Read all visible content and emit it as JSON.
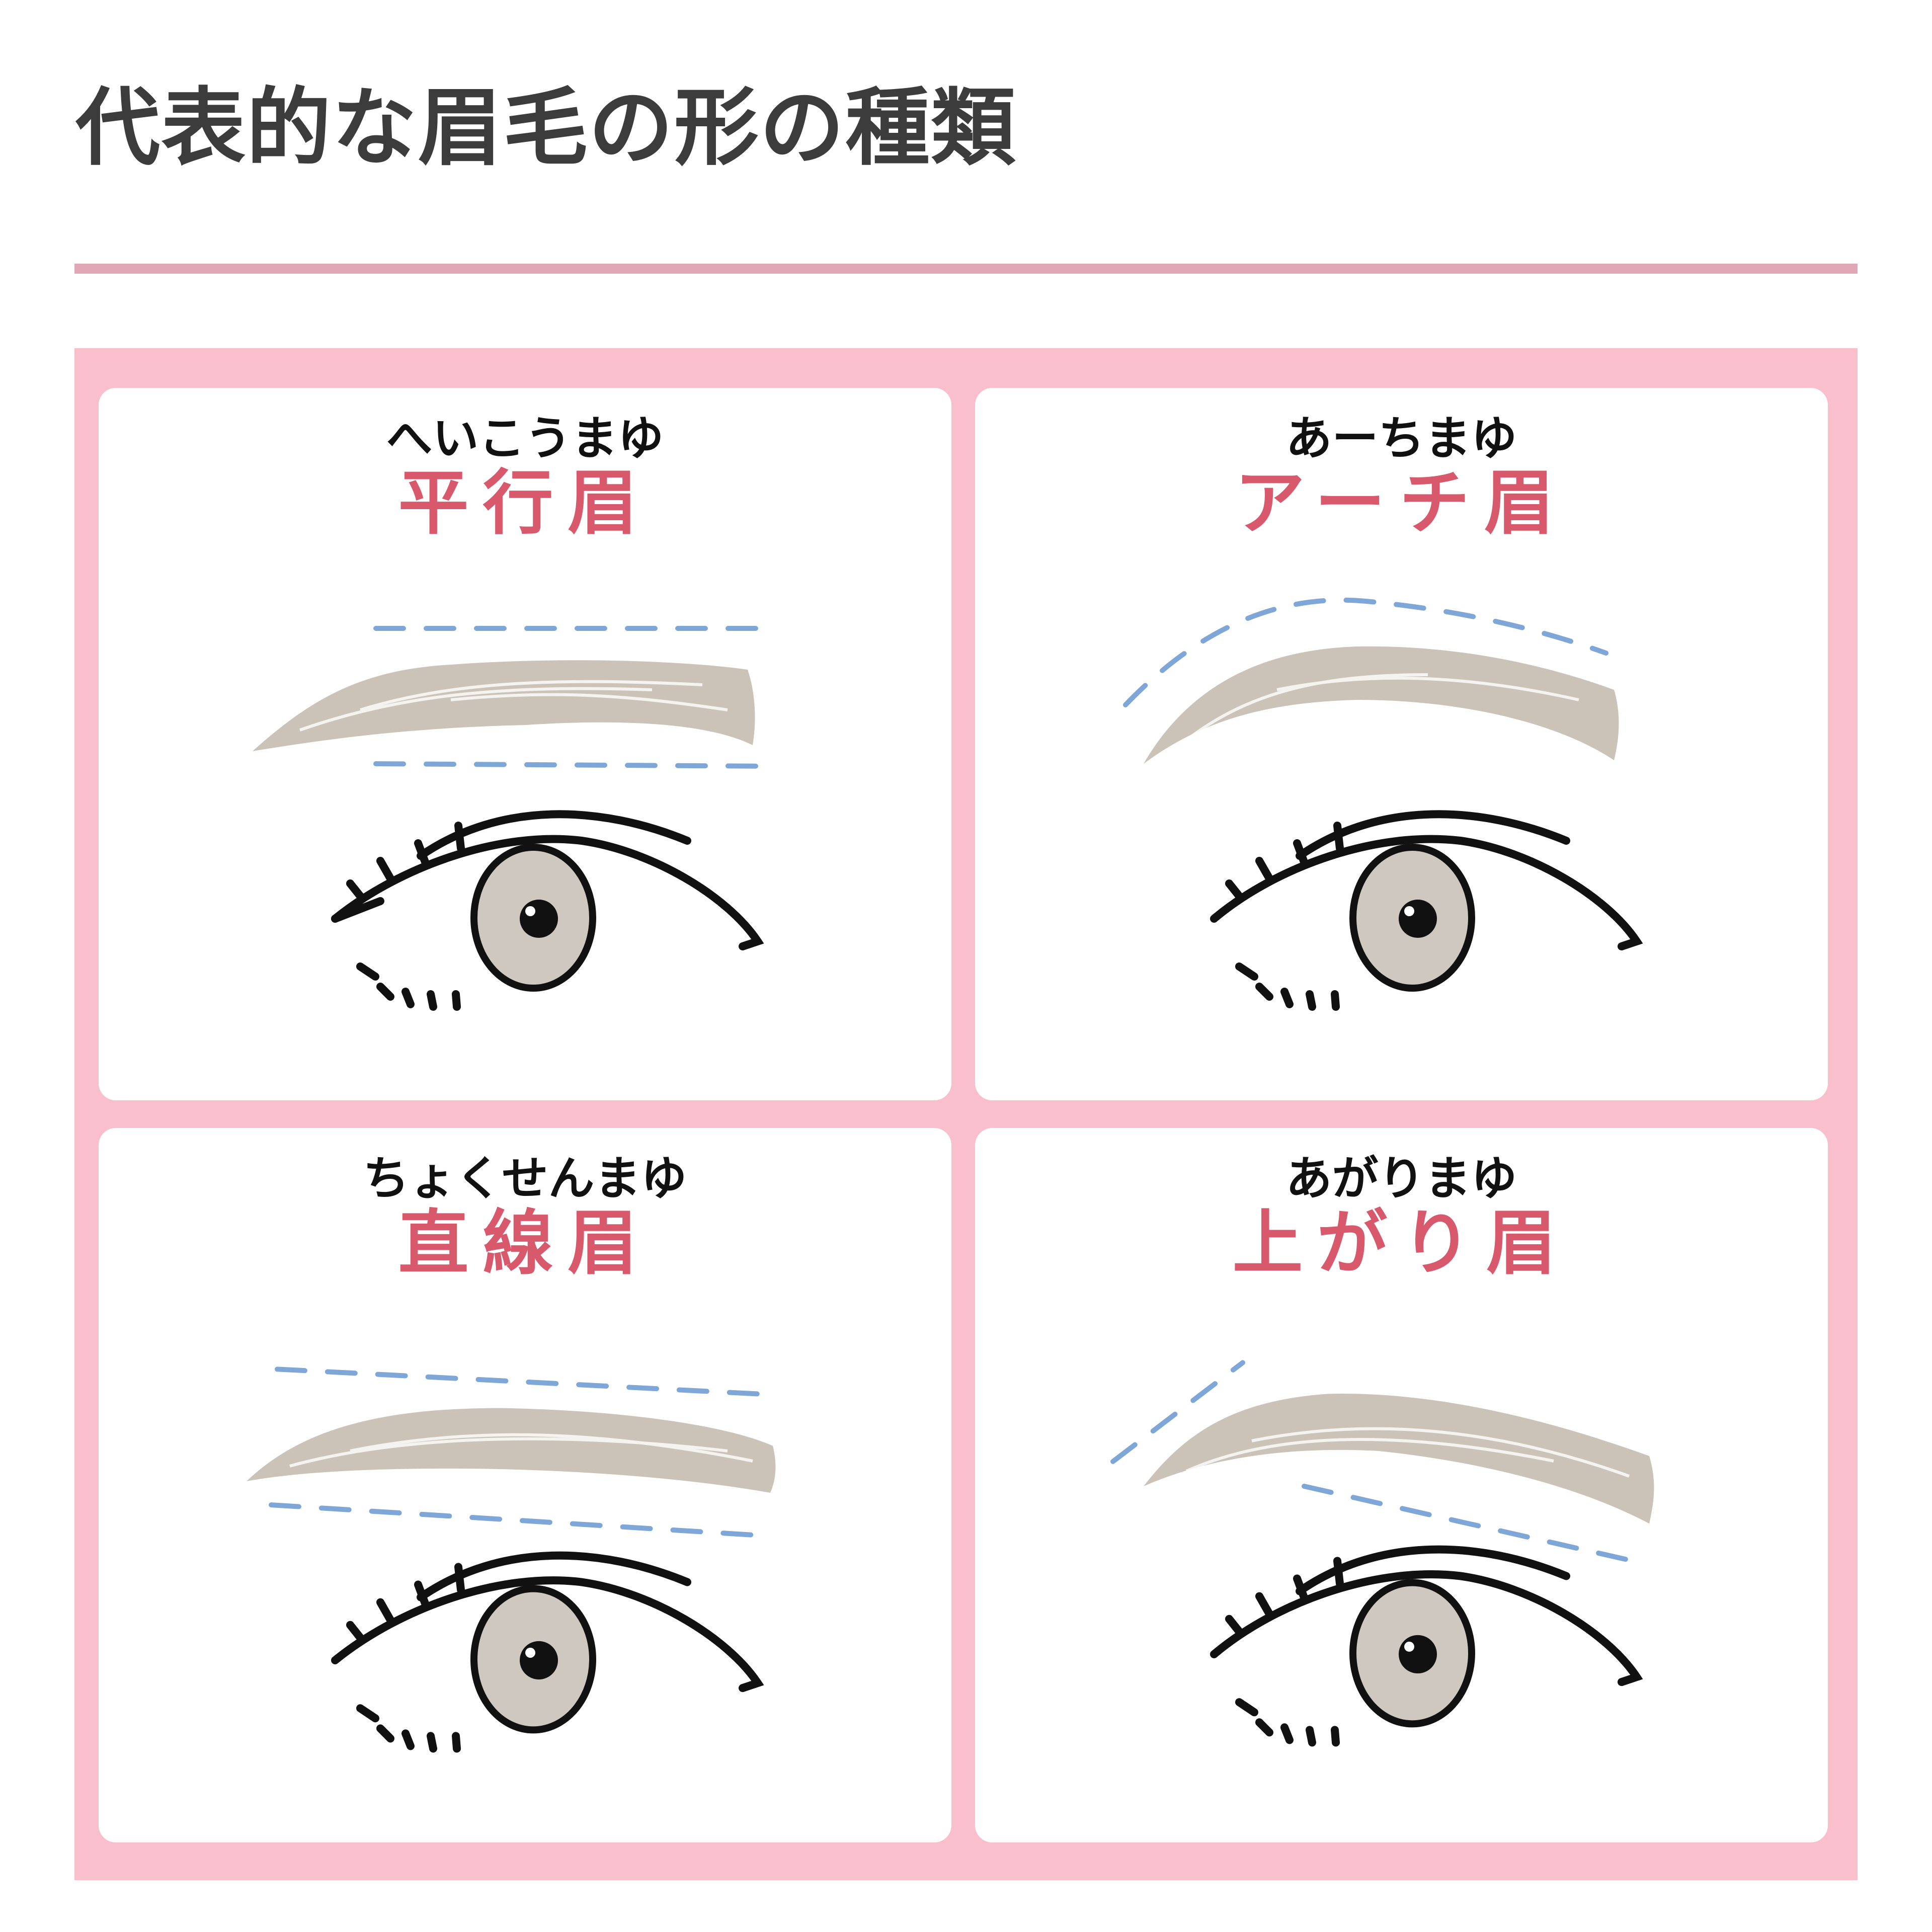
{
  "page": {
    "title": "代表的な眉毛の形の種類"
  },
  "colors": {
    "title_text": "#3c3c3c",
    "divider": "#e0a8b6",
    "panel_bg": "#f9bfcc",
    "card_bg": "#ffffff",
    "brow_name": "#d9596c",
    "reading_text": "#111111",
    "guide_dash": "#7ea7d8",
    "brow_fill": "#cbc3b7",
    "iris": "#cfc8c0"
  },
  "cards": [
    {
      "reading": "へいこうまゆ",
      "name": "平行眉",
      "shape": "parallel",
      "icon": "parallel-eyebrow-illustration"
    },
    {
      "reading": "あーちまゆ",
      "name": "アーチ眉",
      "shape": "arch",
      "icon": "arch-eyebrow-illustration"
    },
    {
      "reading": "ちょくせんまゆ",
      "name": "直線眉",
      "shape": "straight",
      "icon": "straight-eyebrow-illustration"
    },
    {
      "reading": "あがりまゆ",
      "name": "上がり眉",
      "shape": "upturned",
      "icon": "upturned-eyebrow-illustration"
    }
  ]
}
